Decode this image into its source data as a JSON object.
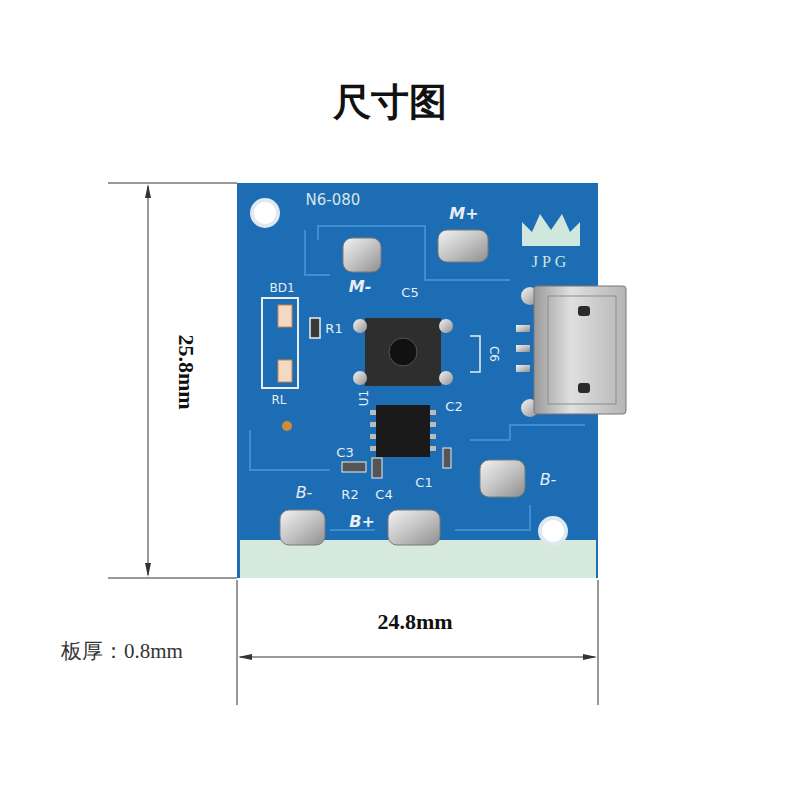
{
  "diagram": {
    "title": "尺寸图",
    "labels": [
      "N6-080",
      "M+",
      "JPG",
      "M-",
      "C5",
      "BD1",
      "R1",
      "C6",
      "U1",
      "RL",
      "C2",
      "C3",
      "C1",
      "B-",
      "R2",
      "C4",
      "B+",
      "B-",
      "25.8mm",
      "24.8mm",
      "板厚：0.8mm"
    ]
  }
}
